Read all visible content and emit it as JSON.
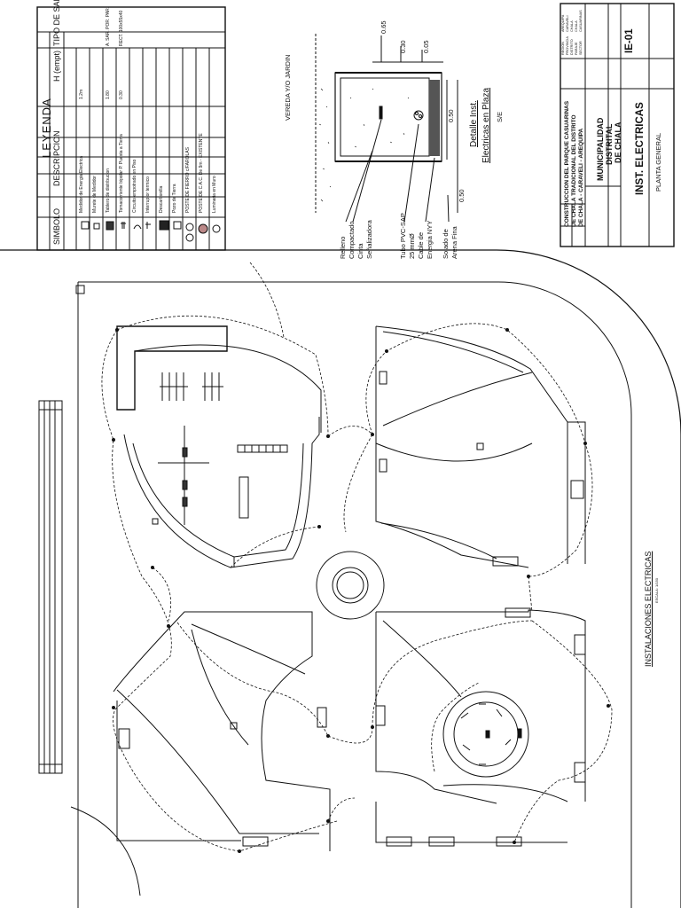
{
  "legend": {
    "title": "LEYENDA",
    "headers": {
      "symbol": "SIMBOLO",
      "description": "DESCRIPCION",
      "height": "H (empt)",
      "type": "TIPO DE SALIDA"
    },
    "rows": [
      {
        "symbol": "kWh",
        "description": "Medidor de Energia Electrica",
        "height": "1.2m",
        "type": ""
      },
      {
        "symbol": "",
        "description": "Murete de Medidor",
        "height": "",
        "type": ""
      },
      {
        "symbol": "",
        "description": "Tablero de distribucion",
        "height": "1.80",
        "type": "A. SAR. POR. PAR."
      },
      {
        "symbol": "",
        "description": "Tomacorriente bipolar P. Puesta a Tierra",
        "height": "0.30",
        "type": "RECT. 100x55x40"
      },
      {
        "symbol": "",
        "description": "Circuito empotrado en Piso",
        "height": "",
        "type": ""
      },
      {
        "symbol": "",
        "description": "Interruptor termico",
        "height": "",
        "type": ""
      },
      {
        "symbol": "",
        "description": "Descarbonilla",
        "height": "",
        "type": ""
      },
      {
        "symbol": "",
        "description": "Pozo de Tierra",
        "height": "",
        "type": ""
      },
      {
        "symbol": "",
        "description": "POSTE DE FIERRO c/FAROLAS",
        "height": "",
        "type": ""
      },
      {
        "symbol": "",
        "description": "POSTE DE C.A.C. De 9m - EXISTENTE",
        "height": "",
        "type": ""
      },
      {
        "symbol": "",
        "description": "Luminaria en Muro",
        "height": "",
        "type": ""
      }
    ]
  },
  "detail": {
    "title_line1": "Detalle Inst.",
    "title_line2": "Electricas en Plaza",
    "scale": "S/E",
    "vereda": "VEREDA Y/O JARDIN",
    "dimensions": [
      "0.65",
      "0.30",
      "0.05",
      "0.50",
      "0.50"
    ],
    "labels": [
      "Relleno",
      "Compactado",
      "Cinta",
      "Señalizadora",
      "Tubo PVC-SAP",
      "25 mmØ",
      "Cable de",
      "Energia NYY",
      "Solado de",
      "Arena Fina"
    ]
  },
  "plan": {
    "title": "INSTALACIONES ELECTRICAS",
    "scale": "ESCALA: 1/150"
  },
  "title_block": {
    "project": [
      "CONSTRUCCION DEL PARQUE CASUARINAS",
      "DE CHALA TRADICIONAL DEL DISTRITO",
      "DE CHALA - CARAVELI - AREQUIPA"
    ],
    "owner": [
      "MUNICIPALIDAD",
      "DISTRITAL",
      "DE CHALA"
    ],
    "sheet": "IE-01",
    "specialty": "INST. ELECTRICAS",
    "drawing": "PLANTA GENERAL",
    "location_labels": [
      "REGION",
      "PROVINCIA",
      "DISTRITO",
      "PARAJE",
      "SECTOR"
    ],
    "location_values": [
      "AREQUIPA",
      "CARAVELI",
      "CHALA",
      "CHALA",
      "CASUARINAS"
    ]
  }
}
